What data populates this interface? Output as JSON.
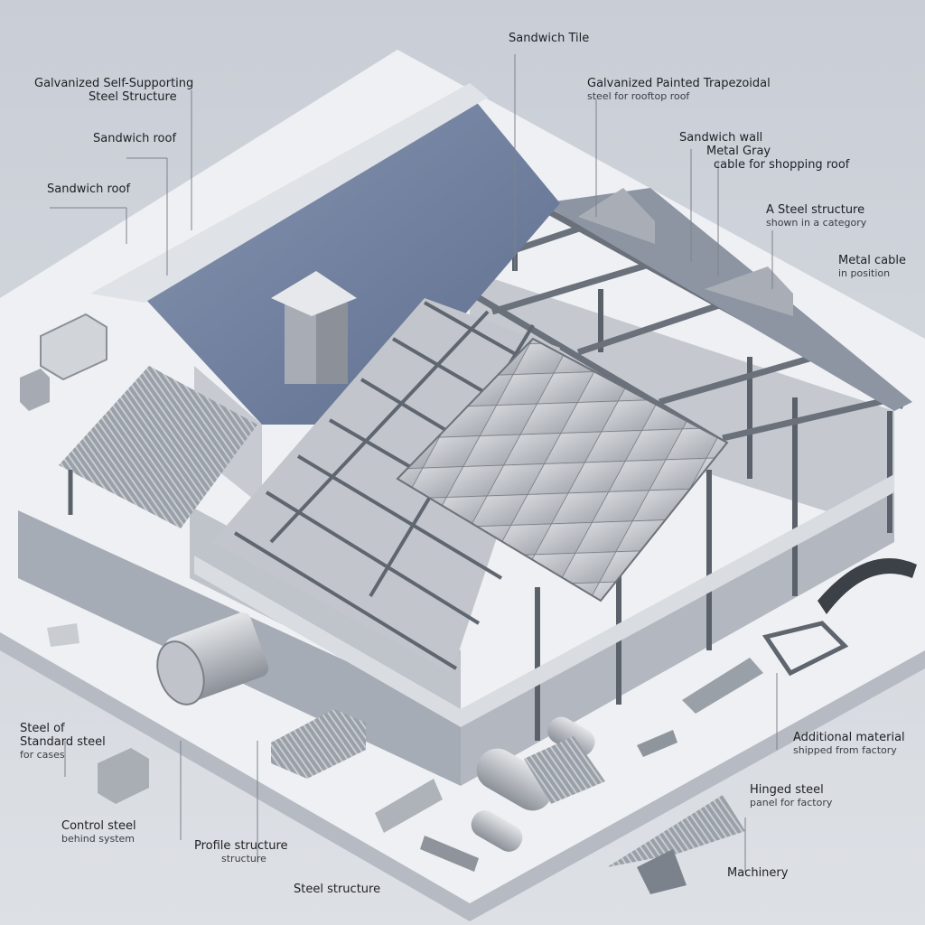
{
  "labels": {
    "top_center": "Sandwich Tile",
    "tl_1a": "Galvanized Self-Supporting",
    "tl_1b": "Steel Structure",
    "tl_2": "Sandwich roof",
    "tl_3": "Sandwich roof",
    "tr_1a": "Galvanized Painted Trapezoidal",
    "tr_1b": "steel for rooftop roof",
    "tr_2a": "Sandwich wall",
    "tr_2b": "Metal Gray",
    "tr_2c": "cable for shopping roof",
    "tr_3a": "A Steel structure",
    "tr_3b": "shown in a category",
    "tr_4a": "Metal cable",
    "tr_4b": "in position",
    "bl_1a": "Steel of",
    "bl_1b": "Standard steel",
    "bl_1c": "for cases",
    "bl_2a": "Control steel",
    "bl_2b": "behind system",
    "bc_1a": "Profile structure",
    "bc_1b": "structure",
    "bc_2": "Steel structure",
    "br_1a": "Additional material",
    "br_1b": "shipped from factory",
    "br_2a": "Hinged steel",
    "br_2b": "panel for factory",
    "br_3": "Machinery"
  },
  "colors": {
    "background": "#cfd3d9",
    "platform": "#eef0f3",
    "wall": "#b9bec6",
    "steel": "#7f8690",
    "roof_blue": "#6f7f9e",
    "panel": "#c9ccd1"
  }
}
